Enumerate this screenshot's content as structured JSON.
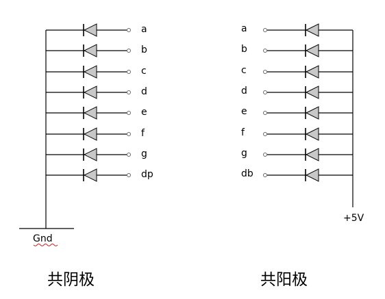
{
  "common_cathode": {
    "caption": "共阴极",
    "ground_label": "Gnd",
    "pins": [
      "a",
      "b",
      "c",
      "d",
      "e",
      "f",
      "g",
      "dp"
    ]
  },
  "common_anode": {
    "caption": "共阳极",
    "supply_label": "+5V",
    "pins": [
      "a",
      "b",
      "c",
      "d",
      "e",
      "f",
      "g",
      "db"
    ]
  }
}
